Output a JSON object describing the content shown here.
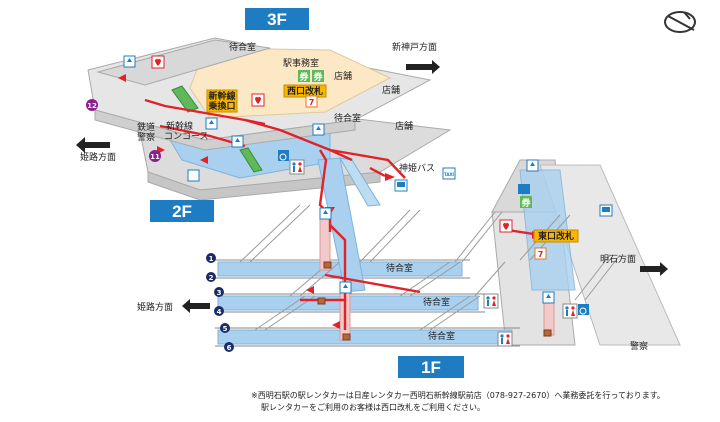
{
  "floors": {
    "f3": "3F",
    "f2": "2F",
    "f1": "1F"
  },
  "labels": {
    "waiting_3f": "待合室",
    "shin_kobe": "新神戸方面",
    "office": "駅事務室",
    "shop_a": "店舗",
    "shop_b": "店舗",
    "shop_c": "店舗",
    "west_gate": "西口改札",
    "transfer_l1": "新幹線",
    "transfer_l2": "乗換口",
    "concourse_l1": "新幹線",
    "concourse_l2": "コンコース",
    "police_l1": "鉄道",
    "police_l2": "警察",
    "waiting_2f": "待合室",
    "himeji_upper": "姫路方面",
    "shinki_bus": "神姫バス",
    "east_gate": "東口改札",
    "akashi": "明石方面",
    "himeji_lower": "姫路方面",
    "waiting_1": "待合室",
    "waiting_2": "待合室",
    "waiting_3": "待合室",
    "police_1f": "警察"
  },
  "badges": {
    "ticket": "券",
    "ticket2": "券",
    "seven": "7",
    "aed": "AED",
    "taxi": "TAXI"
  },
  "platforms": [
    "1",
    "2",
    "3",
    "4",
    "5",
    "6"
  ],
  "shinkansen_platforms": [
    "12",
    "11"
  ],
  "footnote": {
    "line1": "※西明石駅の駅レンタカーは日産レンタカー西明石新幹線駅前店（078-927-2670）へ業務委託を行っております。",
    "line2": "駅レンタカーをご利用のお客様は西口改札をご利用ください。"
  },
  "colors": {
    "floor_tag": "#1e7cc3",
    "platform": "#a9d0ef",
    "route": "#e0232a",
    "gate": "#f7b500",
    "slab": "#d5d5d5",
    "concourse_floor": "#fde8c6"
  },
  "icons": [
    "compass-icon",
    "elevator-icon",
    "toilet-icon",
    "wheelchair-icon",
    "aed-icon",
    "ticket-machine-icon",
    "bus-icon",
    "taxi-icon",
    "locker-icon",
    "info-icon"
  ]
}
